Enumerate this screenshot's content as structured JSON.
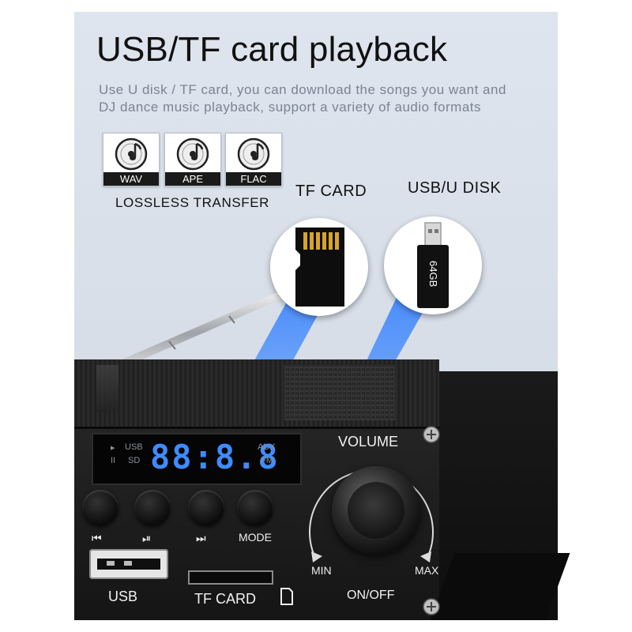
{
  "header": {
    "title": "USB/TF card playback",
    "subtitle_line1": "Use U disk / TF card, you can download the songs you want and",
    "subtitle_line2": "DJ dance music playback, support a variety of audio formats"
  },
  "formats": {
    "items": [
      {
        "label": "WAV"
      },
      {
        "label": "APE"
      },
      {
        "label": "FLAC"
      }
    ],
    "caption": "LOSSLESS TRANSFER"
  },
  "media": {
    "tf_caption": "TF CARD",
    "usb_caption": "USB/U DISK",
    "usb_capacity": "64GB"
  },
  "display": {
    "usb": "USB",
    "sd": "SD",
    "aux": "AUX",
    "fm": "FM",
    "digits": "88:8.8",
    "play_icon": "▸",
    "pause_icon": "II"
  },
  "buttons": {
    "prev": "⏮",
    "play_pause": "⏯",
    "next": "⏭",
    "mode": "MODE"
  },
  "ports": {
    "usb": "USB",
    "tf_card": "TF CARD"
  },
  "volume": {
    "label": "VOLUME",
    "min": "MIN",
    "max": "MAX",
    "power": "ON/OFF"
  }
}
